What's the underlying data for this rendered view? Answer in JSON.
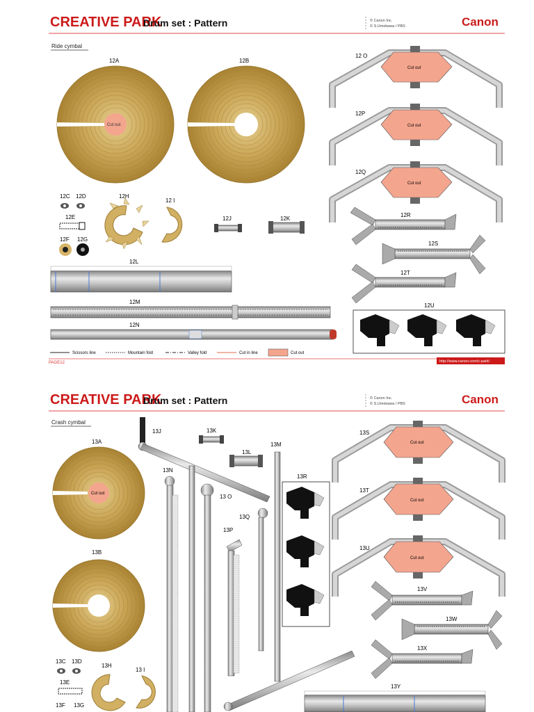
{
  "header": {
    "brand": "CREATIVE PARK",
    "title": "Drum set : Pattern",
    "copyright_1": "© Canon Inc.",
    "copyright_2": "© S.Umekawa / PBS",
    "logo": "Canon"
  },
  "page1": {
    "section": "Ride cymbal",
    "cut_out": "Cut out",
    "labels": {
      "p12A": "12A",
      "p12B": "12B",
      "p12C": "12C",
      "p12D": "12D",
      "p12E": "12E",
      "p12F": "12F",
      "p12G": "12G",
      "p12H": "12H",
      "p12I": "12 I",
      "p12J": "12J",
      "p12K": "12K",
      "p12L": "12L",
      "p12M": "12M",
      "p12N": "12N",
      "p12O": "12 O",
      "p12P": "12P",
      "p12Q": "12Q",
      "p12R": "12R",
      "p12S": "12S",
      "p12T": "12T",
      "p12U": "12U"
    },
    "legend": {
      "scissors": "Scissors line",
      "mountain": "Mountain fold",
      "valley": "Valley fold",
      "cutin": "Cut in line",
      "cutout": "Cut out"
    },
    "footer_page": "PAGE12",
    "footer_url": "http://www.canon.com/c-park/"
  },
  "page2": {
    "section": "Crash cymbal",
    "cut_out": "Cut out",
    "labels": {
      "p13A": "13A",
      "p13B": "13B",
      "p13C": "13C",
      "p13D": "13D",
      "p13E": "13E",
      "p13F": "13F",
      "p13G": "13G",
      "p13H": "13H",
      "p13I": "13 I",
      "p13J": "13J",
      "p13K": "13K",
      "p13L": "13L",
      "p13M": "13M",
      "p13N": "13N",
      "p13O": "13 O",
      "p13P": "13P",
      "p13Q": "13Q",
      "p13R": "13R",
      "p13S": "13S",
      "p13T": "13T",
      "p13U": "13U",
      "p13V": "13V",
      "p13W": "13W",
      "p13X": "13X",
      "p13Y": "13Y"
    }
  },
  "colors": {
    "brand_red": "#cc1a1a",
    "gold": "#c8a456",
    "cutout_pink": "#f4a58e",
    "metal": "#b9b9b9"
  }
}
